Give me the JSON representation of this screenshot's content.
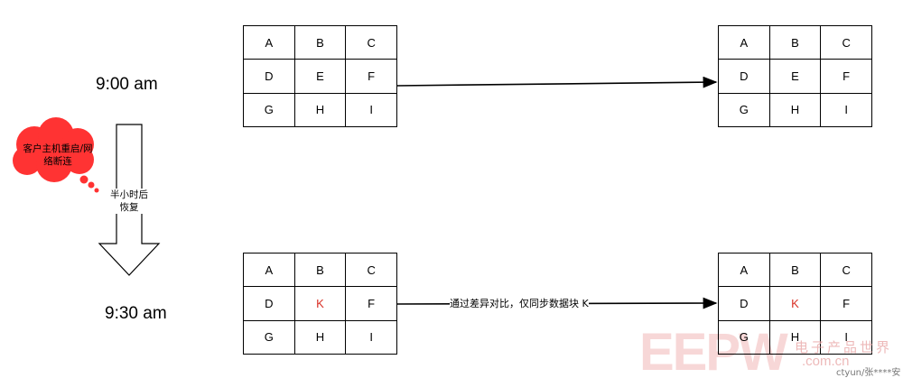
{
  "times": {
    "t1": "9:00 am",
    "t2": "9:30 am"
  },
  "cloud": {
    "line1": "客户主机重启/网",
    "line2": "络断连",
    "color": "#ff3333"
  },
  "recover": {
    "line1": "半小时后",
    "line2": "恢复"
  },
  "sync_label": "通过差异对比，仅同步数据块 K",
  "grids": {
    "top_left": {
      "rows": [
        [
          "A",
          "B",
          "C"
        ],
        [
          "D",
          "E",
          "F"
        ],
        [
          "G",
          "H",
          "I"
        ]
      ]
    },
    "top_right": {
      "rows": [
        [
          "A",
          "B",
          "C"
        ],
        [
          "D",
          "E",
          "F"
        ],
        [
          "G",
          "H",
          "I"
        ]
      ]
    },
    "bottom_left": {
      "rows": [
        [
          "A",
          "B",
          "C"
        ],
        [
          "D",
          "K",
          "F"
        ],
        [
          "G",
          "H",
          "I"
        ]
      ]
    },
    "bottom_right": {
      "rows": [
        [
          "A",
          "B",
          "C"
        ],
        [
          "D",
          "K",
          "F"
        ],
        [
          "G",
          "H",
          "I"
        ]
      ]
    }
  },
  "highlight_color": "#d93025",
  "watermark": {
    "logo": "EEPW",
    "cn": "电子产品世界",
    "site": ".com.cn",
    "credit": "ctyun/张****安"
  }
}
